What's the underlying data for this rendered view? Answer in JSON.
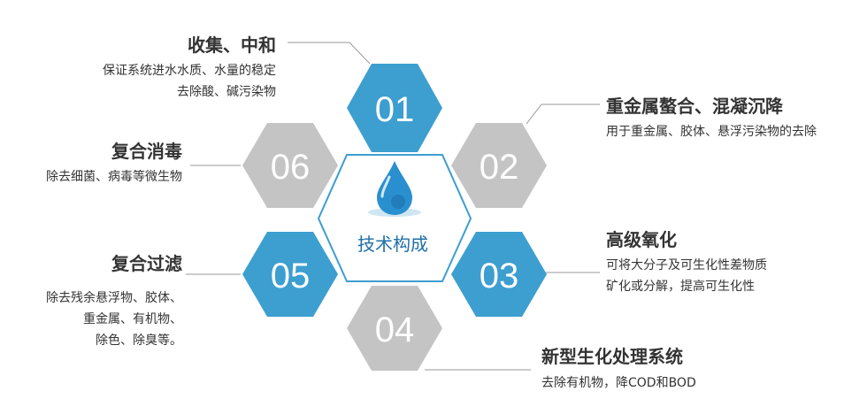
{
  "center": {
    "label": "技术构成"
  },
  "colors": {
    "blue": "#3d9ed0",
    "gray": "#c4c4c4",
    "outline": "#3d9ed0",
    "text": "#333333"
  },
  "items": [
    {
      "number": "01",
      "title": "收集、中和",
      "lines": [
        "保证系统进水水质、水量的稳定",
        "去除酸、碱污染物"
      ],
      "style": "blue"
    },
    {
      "number": "02",
      "title": "重金属螯合、混凝沉降",
      "lines": [
        "用于重金属、胶体、悬浮污染物的去除"
      ],
      "style": "gray"
    },
    {
      "number": "03",
      "title": "高级氧化",
      "lines": [
        "可将大分子及可生化性差物质",
        "矿化或分解，提高可生化性"
      ],
      "style": "blue"
    },
    {
      "number": "04",
      "title": "新型生化处理系统",
      "lines": [
        "去除有机物，降COD和BOD"
      ],
      "style": "gray"
    },
    {
      "number": "05",
      "title": "复合过滤",
      "lines": [
        "除去残余悬浮物、胶体、",
        "重金属、有机物、",
        "除色、除臭等。"
      ],
      "style": "blue"
    },
    {
      "number": "06",
      "title": "复合消毒",
      "lines": [
        "除去细菌、病毒等微生物"
      ],
      "style": "gray"
    }
  ]
}
